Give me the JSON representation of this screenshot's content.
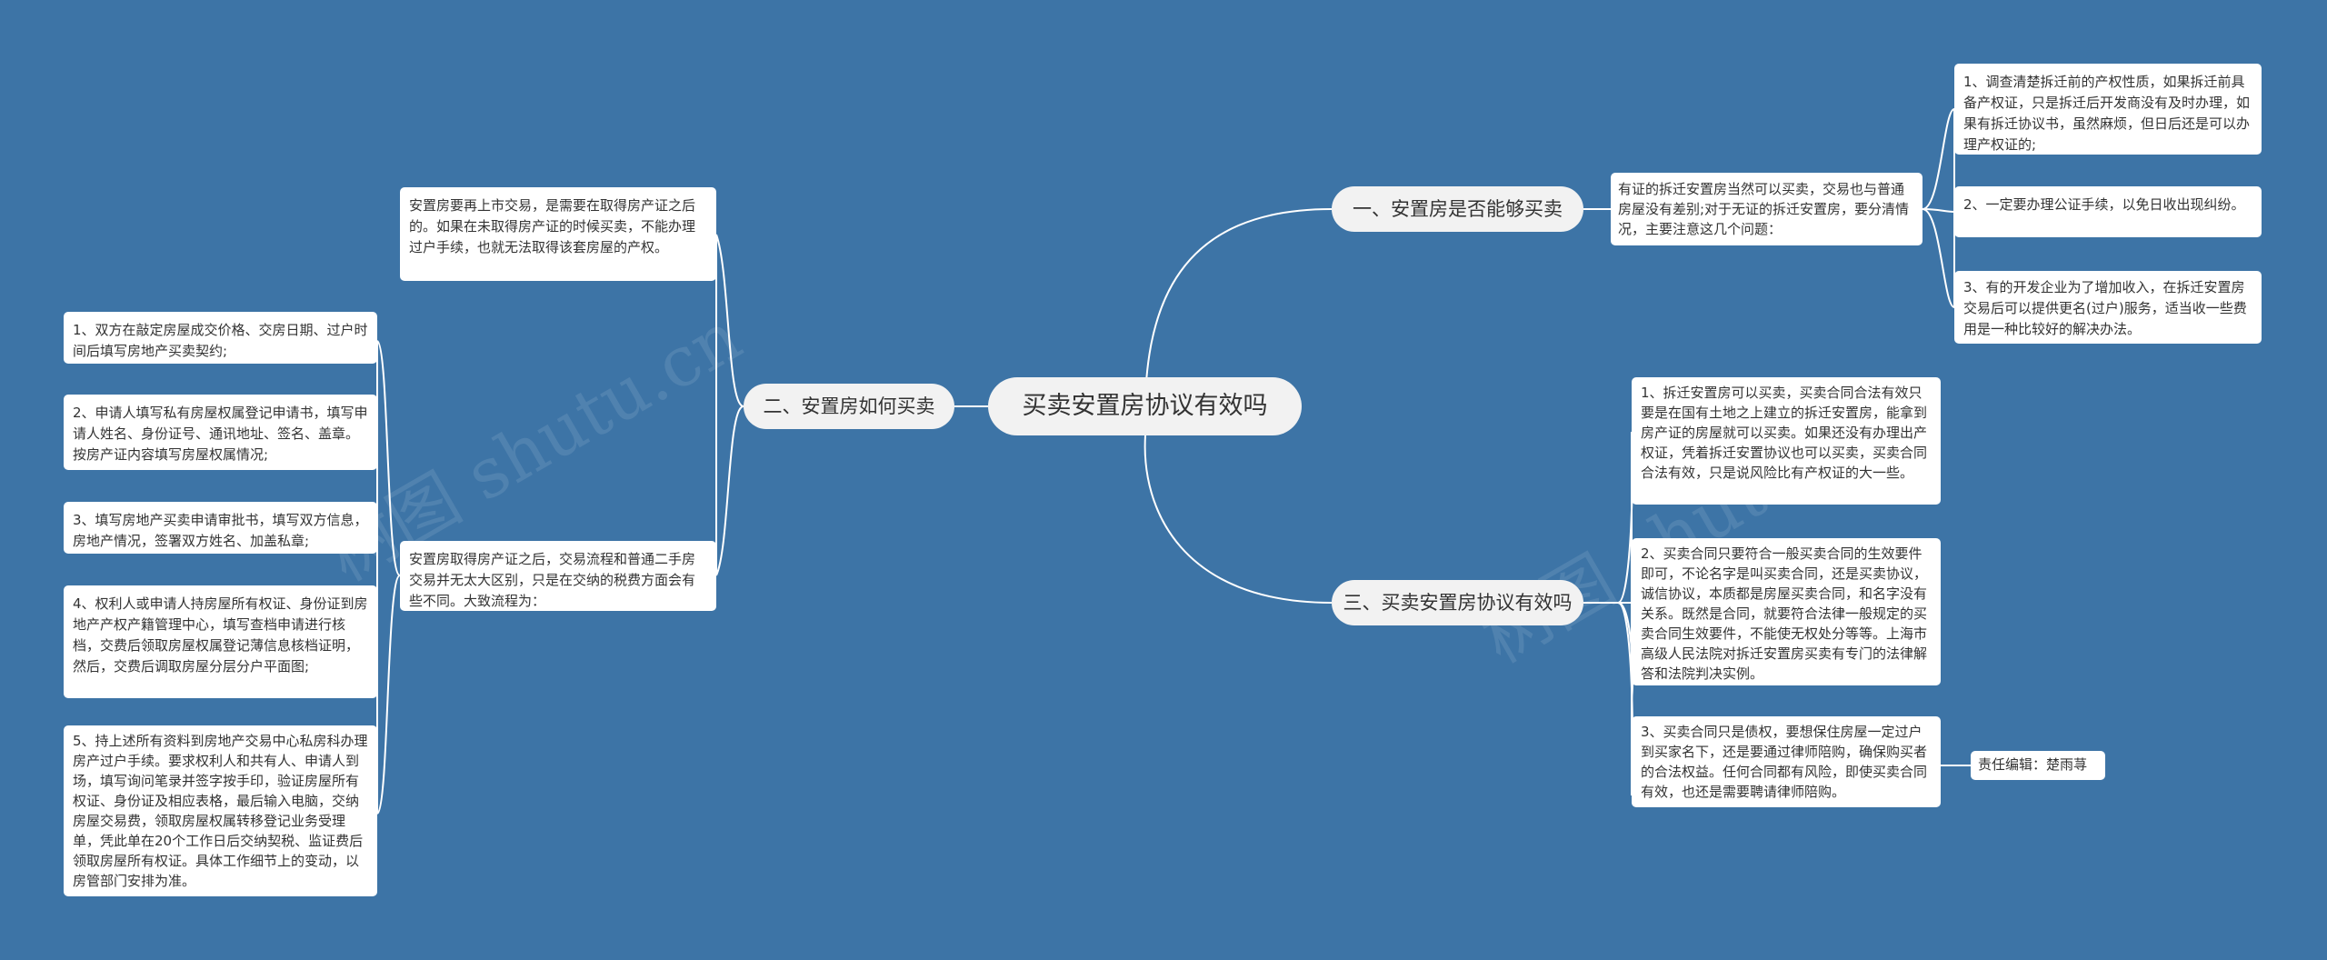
{
  "root": "买卖安置房协议有效吗",
  "branches": [
    {
      "label": "一、安置房是否能够买卖",
      "intro": "有证的拆迁安置房当然可以买卖，交易也与普通房屋没有差别;对于无证的拆迁安置房，要分清情况，主要注意这几个问题：",
      "items": [
        "1、调查清楚拆迁前的产权性质，如果拆迁前具备产权证，只是拆迁后开发商没有及时办理，如果有拆迁协议书，虽然麻烦，但日后还是可以办理产权证的;",
        "2、一定要办理公证手续，以免日收出现纠纷。",
        "3、有的开发企业为了增加收入，在拆迁安置房交易后可以提供更名(过户)服务，适当收一些费用是一种比较好的解决办法。"
      ]
    },
    {
      "label": "二、安置房如何买卖",
      "note1": "安置房要再上市交易，是需要在取得房产证之后的。如果在未取得房产证的时候买卖，不能办理过户手续，也就无法取得该套房屋的产权。",
      "note2": "安置房取得房产证之后，交易流程和普通二手房交易并无太大区别，只是在交纳的税费方面会有些不同。大致流程为：",
      "steps": [
        "1、双方在敲定房屋成交价格、交房日期、过户时间后填写房地产买卖契约;",
        "2、申请人填写私有房屋权属登记申请书，填写申请人姓名、身份证号、通讯地址、签名、盖章。按房产证内容填写房屋权属情况;",
        "3、填写房地产买卖申请审批书，填写双方信息，房地产情况，签署双方姓名、加盖私章;",
        "4、权利人或申请人持房屋所有权证、身份证到房地产产权产籍管理中心，填写查档申请进行核档，交费后领取房屋权属登记薄信息核档证明，然后，交费后调取房屋分层分户平面图;",
        "5、持上述所有资料到房地产交易中心私房科办理房产过户手续。要求权利人和共有人、申请人到场，填写询问笔录并签字按手印，验证房屋所有权证、身份证及相应表格，最后输入电脑，交纳房屋交易费，领取房屋权属转移登记业务受理单，凭此单在20个工作日后交纳契税、监证费后领取房屋所有权证。具体工作细节上的变动，以房管部门安排为准。"
      ]
    },
    {
      "label": "三、买卖安置房协议有效吗",
      "items": [
        "1、拆迁安置房可以买卖，买卖合同合法有效只要是在国有土地之上建立的拆迁安置房，能拿到房产证的房屋就可以买卖。如果还没有办理出产权证，凭着拆迁安置协议也可以买卖，买卖合同合法有效，只是说风险比有产权证的大一些。",
        "2、买卖合同只要符合一般买卖合同的生效要件即可，不论名字是叫买卖合同，还是买卖协议，诚信协议，本质都是房屋买卖合同，和名字没有关系。既然是合同，就要符合法律一般规定的买卖合同生效要件，不能使无权处分等等。上海市高级人民法院对拆迁安置房买卖有专门的法律解答和法院判决实例。",
        "3、买卖合同只是债权，要想保住房屋一定过户到买家名下，还是要通过律师陪购，确保购买者的合法权益。任何合同都有风险，即使买卖合同有效，也还是需要聘请律师陪购。"
      ],
      "editor": "责任编辑：楚雨荨"
    }
  ],
  "watermarks": [
    "树图 shutu.cn",
    "树图 shutu.cn"
  ],
  "colors": {
    "background": "#3d74a6",
    "line": "#ffffff",
    "node": "#ffffff",
    "center": "#f2f2f2"
  }
}
